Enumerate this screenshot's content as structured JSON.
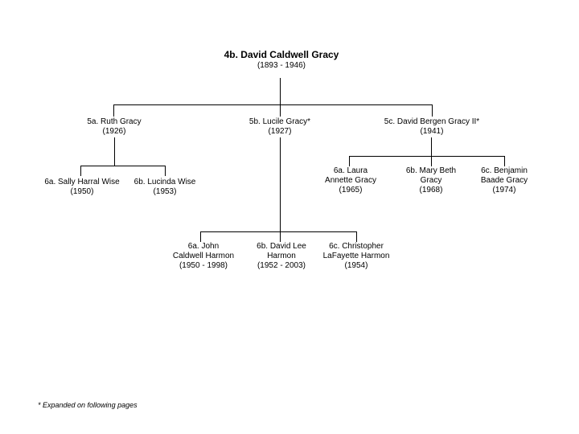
{
  "tree": {
    "root": {
      "name": "4b. David Caldwell Gracy",
      "dates": "(1893 - 1946)",
      "children": [
        {
          "lines": [
            "5a. Ruth Gracy",
            "(1926)"
          ],
          "children": [
            {
              "lines": [
                "6a. Sally Harral Wise",
                "(1950)"
              ]
            },
            {
              "lines": [
                "6b. Lucinda Wise",
                "(1953)"
              ]
            }
          ]
        },
        {
          "lines": [
            "5b. Lucile Gracy*",
            "(1927)"
          ],
          "children": [
            {
              "lines": [
                "6a. John",
                "Caldwell Harmon",
                "(1950 - 1998)"
              ]
            },
            {
              "lines": [
                "6b. David Lee",
                "Harmon",
                "(1952 - 2003)"
              ]
            },
            {
              "lines": [
                "6c. Christopher",
                "LaFayette Harmon",
                "(1954)"
              ]
            }
          ]
        },
        {
          "lines": [
            "5c. David Bergen Gracy II*",
            "(1941)"
          ],
          "children": [
            {
              "lines": [
                "6a. Laura",
                "Annette Gracy",
                "(1965)"
              ]
            },
            {
              "lines": [
                "6b. Mary Beth",
                "Gracy",
                "(1968)"
              ]
            },
            {
              "lines": [
                "6c. Benjamin",
                "Baade Gracy",
                "(1974)"
              ]
            }
          ]
        }
      ]
    }
  },
  "footnote": "* Expanded on following pages",
  "colors": {
    "line": "#000000",
    "text": "#000000",
    "background": "#ffffff"
  }
}
